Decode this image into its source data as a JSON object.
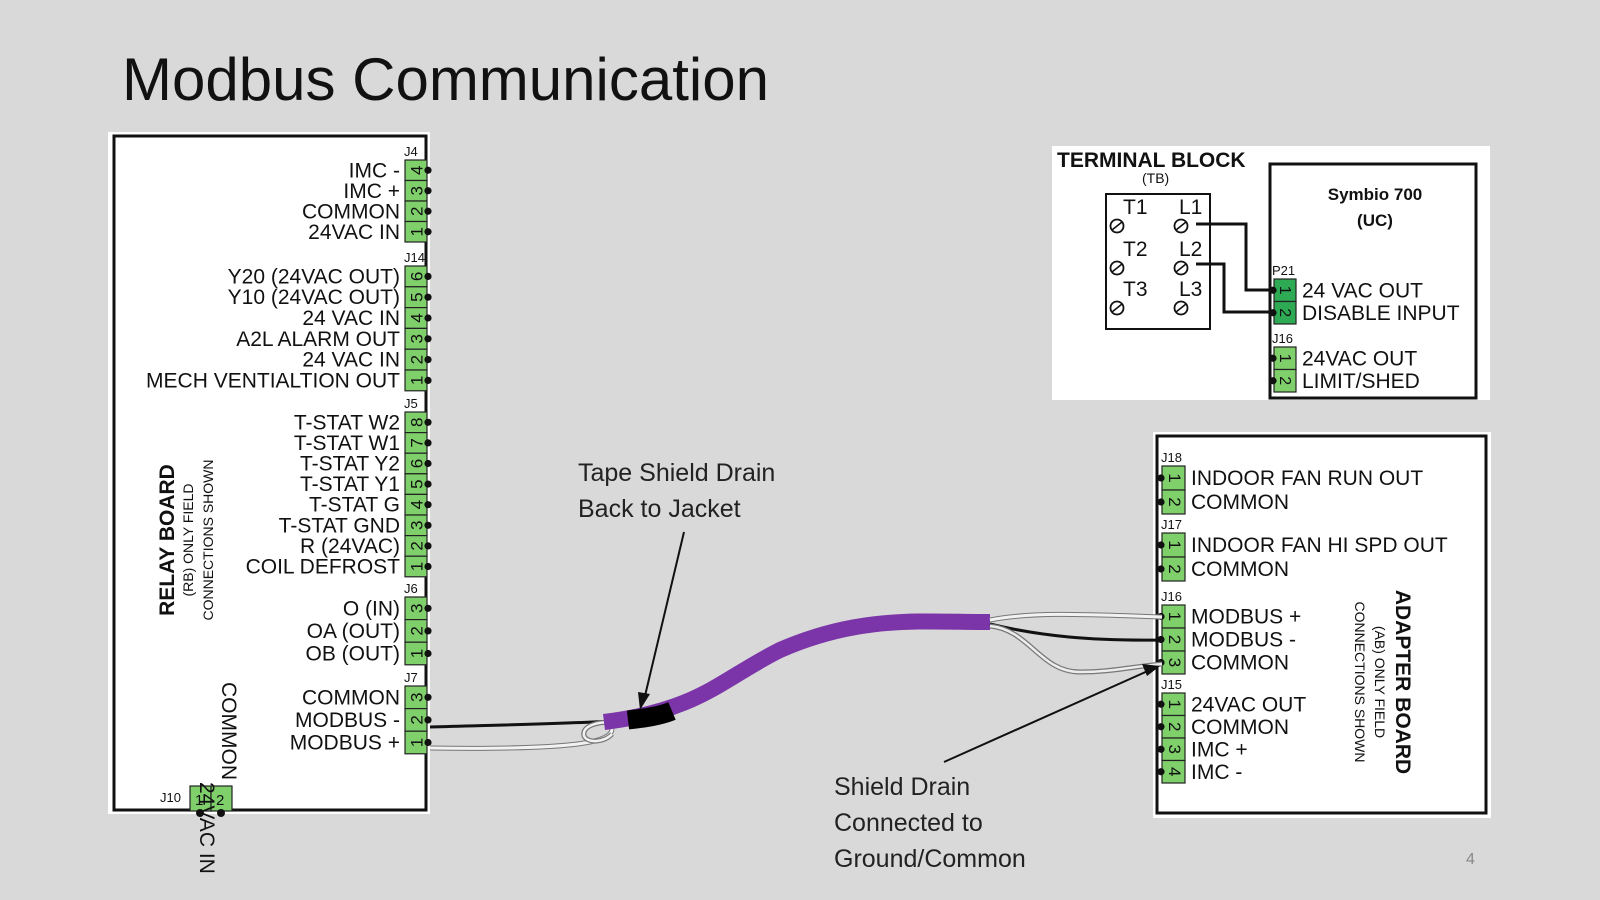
{
  "slide": {
    "title": "Modbus Communication",
    "page_number": "4"
  },
  "relay_board": {
    "name": "RELAY BOARD",
    "sub1": "(RB) ONLY FIELD",
    "sub2": "CONNECTIONS SHOWN",
    "connectors": [
      {
        "id": "J4",
        "pins": [
          {
            "num": "4",
            "label": "IMC -"
          },
          {
            "num": "3",
            "label": "IMC +"
          },
          {
            "num": "2",
            "label": "COMMON"
          },
          {
            "num": "1",
            "label": "24VAC IN"
          }
        ]
      },
      {
        "id": "J14",
        "pins": [
          {
            "num": "6",
            "label": "Y20 (24VAC OUT)"
          },
          {
            "num": "5",
            "label": "Y10 (24VAC OUT)"
          },
          {
            "num": "4",
            "label": "24 VAC IN"
          },
          {
            "num": "3",
            "label": "A2L ALARM OUT"
          },
          {
            "num": "2",
            "label": "24 VAC IN"
          },
          {
            "num": "1",
            "label": "MECH VENTIALTION OUT"
          }
        ]
      },
      {
        "id": "J5",
        "pins": [
          {
            "num": "8",
            "label": "T-STAT W2"
          },
          {
            "num": "7",
            "label": "T-STAT W1"
          },
          {
            "num": "6",
            "label": "T-STAT Y2"
          },
          {
            "num": "5",
            "label": "T-STAT Y1"
          },
          {
            "num": "4",
            "label": "T-STAT G"
          },
          {
            "num": "3",
            "label": "T-STAT GND"
          },
          {
            "num": "2",
            "label": "R (24VAC)"
          },
          {
            "num": "1",
            "label": "COIL DEFROST"
          }
        ]
      },
      {
        "id": "J6",
        "pins": [
          {
            "num": "3",
            "label": "O (IN)"
          },
          {
            "num": "2",
            "label": "OA (OUT)"
          },
          {
            "num": "1",
            "label": "OB (OUT)"
          }
        ]
      },
      {
        "id": "J7",
        "pins": [
          {
            "num": "3",
            "label": "COMMON"
          },
          {
            "num": "2",
            "label": "MODBUS -"
          },
          {
            "num": "1",
            "label": "MODBUS +"
          }
        ]
      }
    ],
    "j10": {
      "id": "J10",
      "pins": [
        {
          "num": "1",
          "label": "24VAC IN"
        },
        {
          "num": "2",
          "label": "COMMON"
        }
      ]
    }
  },
  "terminal_block": {
    "title": "TERMINAL BLOCK",
    "abbr": "(TB)",
    "terminals": [
      "T1",
      "L1",
      "T2",
      "L2",
      "T3",
      "L3"
    ]
  },
  "symbio": {
    "name": "Symbio 700",
    "abbr": "(UC)",
    "connectors": [
      {
        "id": "P21",
        "pins": [
          {
            "num": "1",
            "label": "24 VAC OUT"
          },
          {
            "num": "2",
            "label": "DISABLE INPUT"
          }
        ]
      },
      {
        "id": "J16",
        "pins": [
          {
            "num": "1",
            "label": "24VAC OUT"
          },
          {
            "num": "2",
            "label": "LIMIT/SHED"
          }
        ]
      }
    ]
  },
  "adapter_board": {
    "name": "ADAPTER BOARD",
    "sub1": "(AB) ONLY FIELD",
    "sub2": "CONNECTIONS SHOWN",
    "connectors": [
      {
        "id": "J18",
        "pins": [
          {
            "num": "1",
            "label": "INDOOR FAN RUN OUT"
          },
          {
            "num": "2",
            "label": "COMMON"
          }
        ]
      },
      {
        "id": "J17",
        "pins": [
          {
            "num": "1",
            "label": "INDOOR FAN HI SPD OUT"
          },
          {
            "num": "2",
            "label": "COMMON"
          }
        ]
      },
      {
        "id": "J16",
        "pins": [
          {
            "num": "1",
            "label": "MODBUS +"
          },
          {
            "num": "2",
            "label": "MODBUS -"
          },
          {
            "num": "3",
            "label": "COMMON"
          }
        ]
      },
      {
        "id": "J15",
        "pins": [
          {
            "num": "1",
            "label": "24VAC OUT"
          },
          {
            "num": "2",
            "label": "COMMON"
          },
          {
            "num": "3",
            "label": "IMC +"
          },
          {
            "num": "4",
            "label": "IMC -"
          }
        ]
      }
    ]
  },
  "annotations": {
    "tape_line1": "Tape Shield Drain",
    "tape_line2": "Back to Jacket",
    "drain_line1": "Shield Drain",
    "drain_line2": "Connected to",
    "drain_line3": "Ground/Common"
  },
  "colors": {
    "cable_jacket": "#7b35a8",
    "pin_fill": "#7fcf6b",
    "pin_fill_dark": "#2eaa55"
  }
}
